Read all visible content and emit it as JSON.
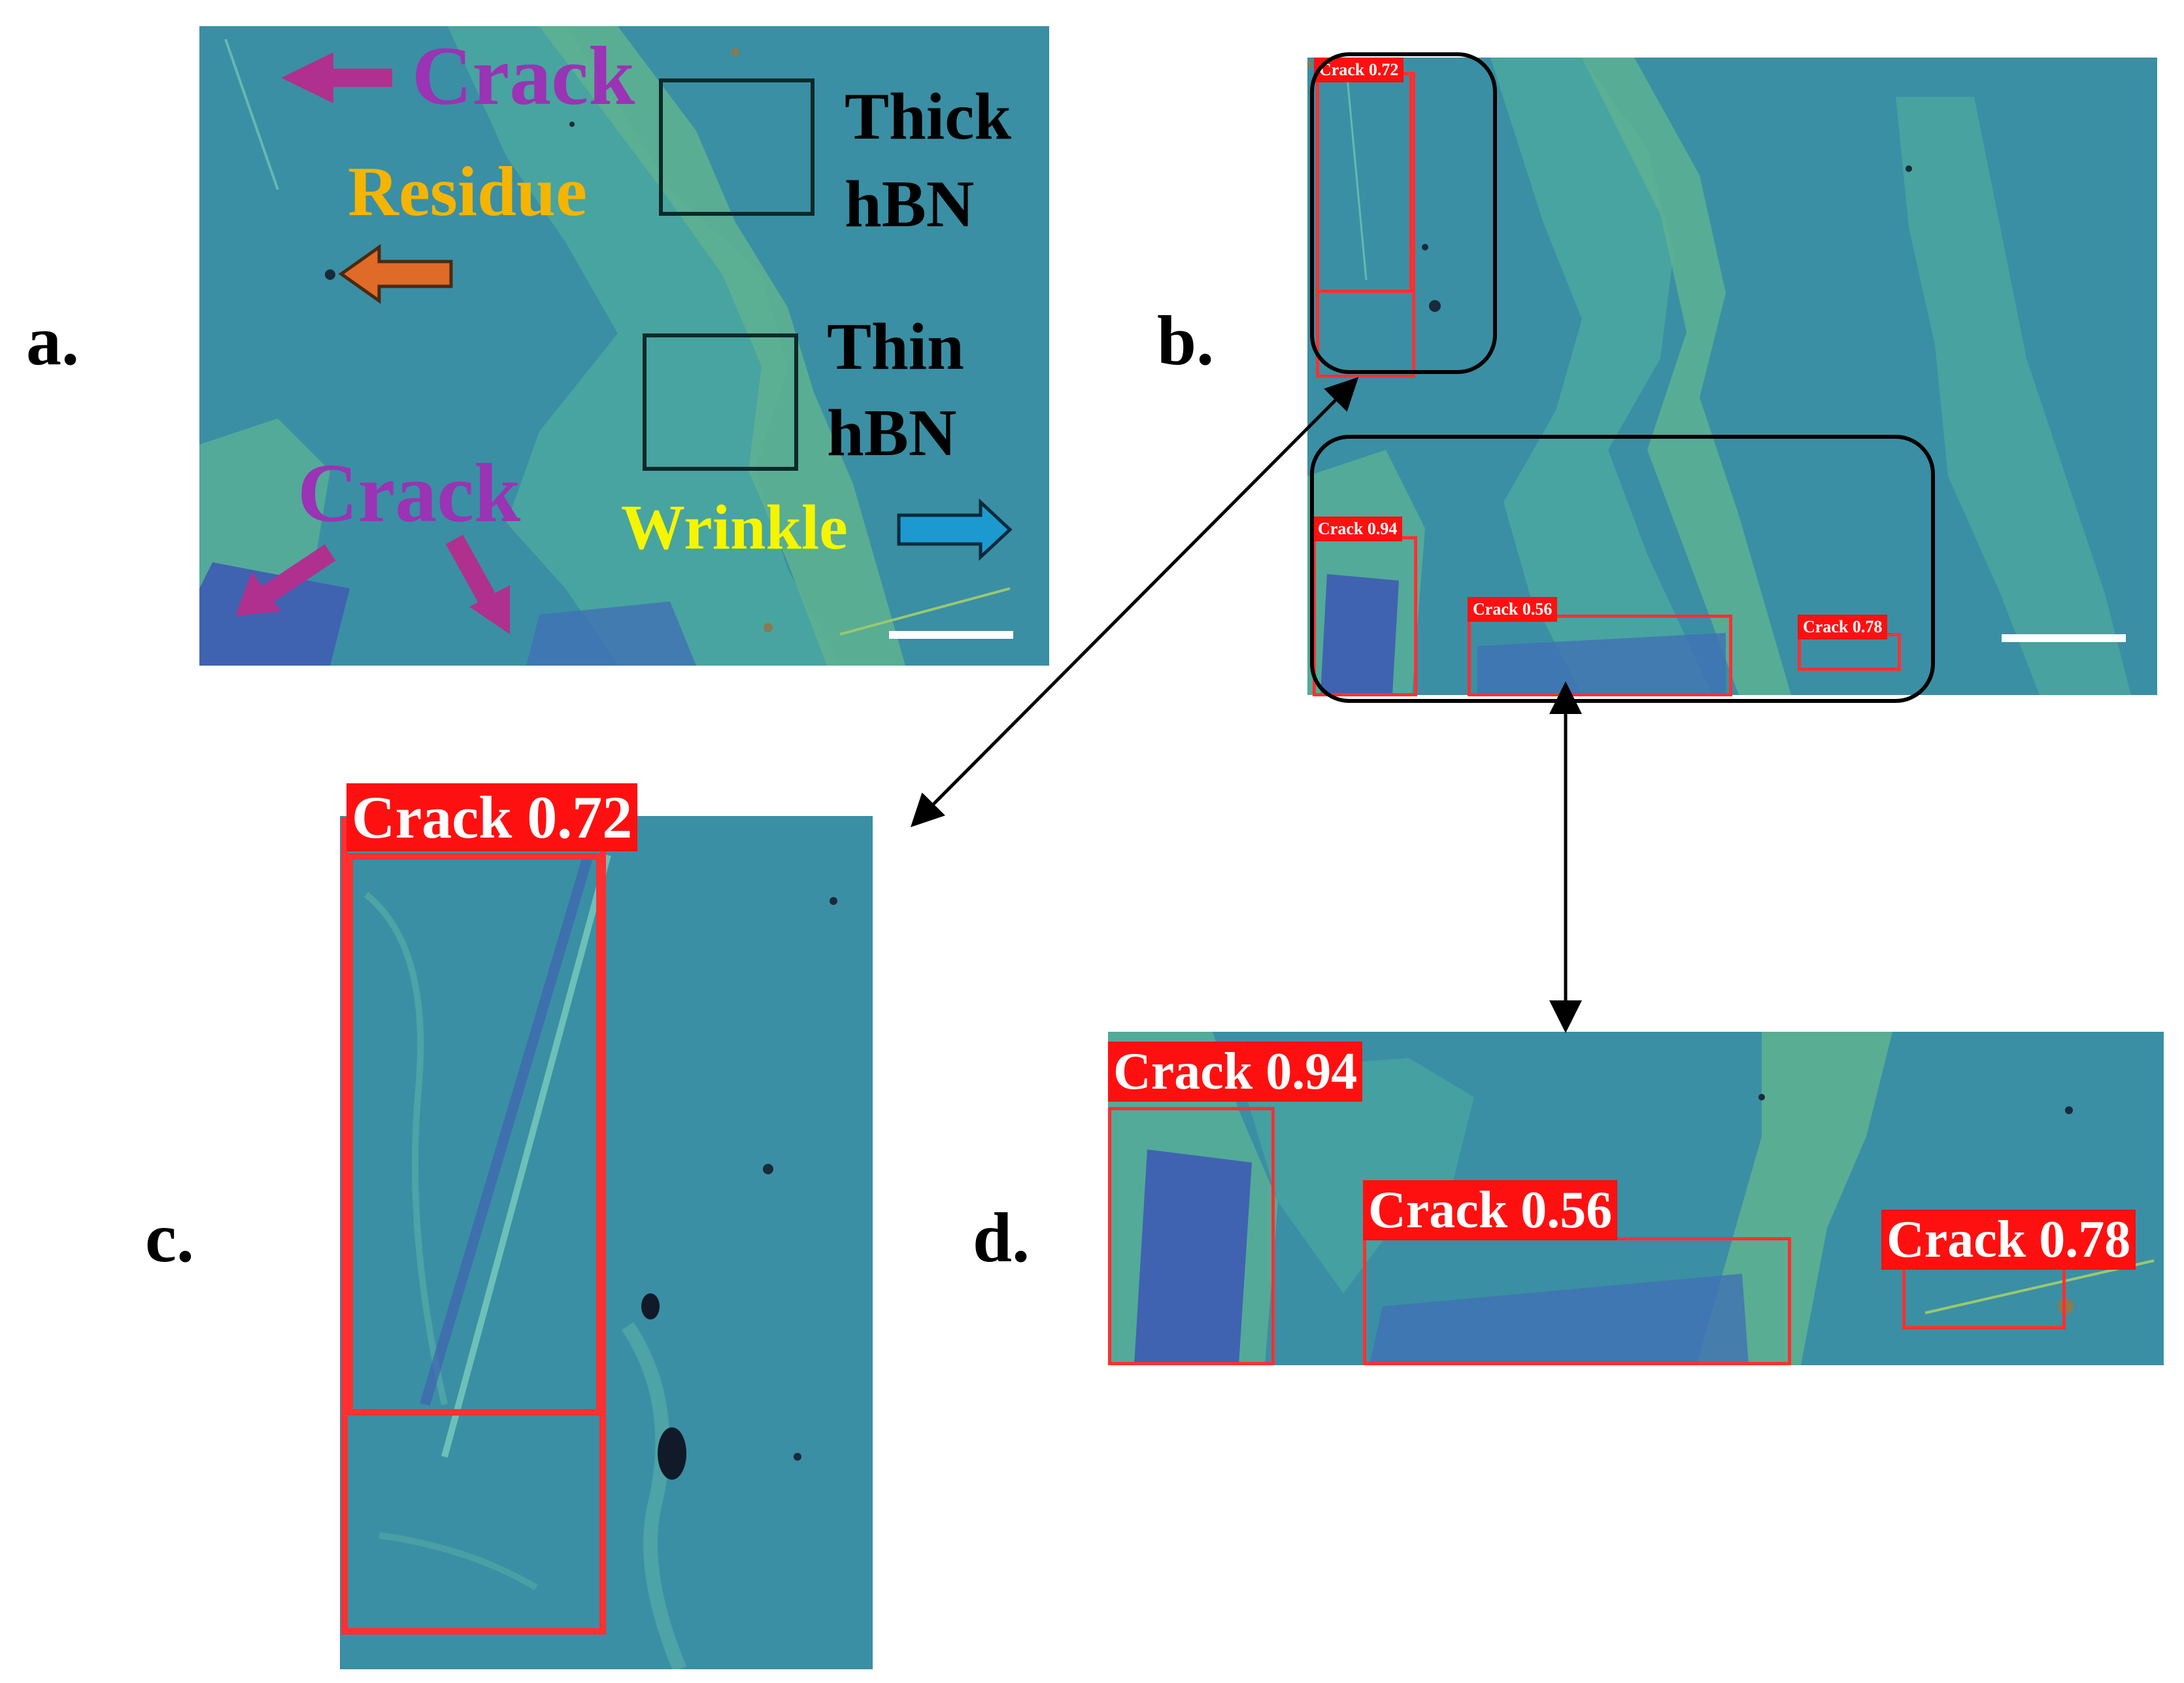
{
  "panels": {
    "a": "a.",
    "b": "b.",
    "c": "c.",
    "d": "d."
  },
  "panel_a": {
    "crack_top": "Crack",
    "residue": "Residue",
    "thick": [
      "Thick",
      "hBN"
    ],
    "thin": [
      "Thin",
      "hBN"
    ],
    "crack_bottom": "Crack",
    "wrinkle": "Wrinkle"
  },
  "detections": {
    "crack_072": "Crack 0.72",
    "crack_094": "Crack 0.94",
    "crack_056": "Crack 0.56",
    "crack_078": "Crack 0.78"
  },
  "colors": {
    "substrate": "#3a8fa4",
    "flake_thin": "#4aa6a0",
    "flake_thick": "#63b48c",
    "crack_blue": "#3f63b0",
    "crack_text": "#9a33b4",
    "crack_arrow": "#b0308f",
    "residue_text": "#f5b400",
    "residue_arrow": "#e06a28",
    "wrinkle_text": "#f5f500",
    "wrinkle_arrow": "#1c9ad0",
    "detection_red": "#ff1010"
  },
  "icons": [
    "left-arrow-icon",
    "diagonal-arrow-icon",
    "right-arrow-icon",
    "double-arrow-icon"
  ]
}
